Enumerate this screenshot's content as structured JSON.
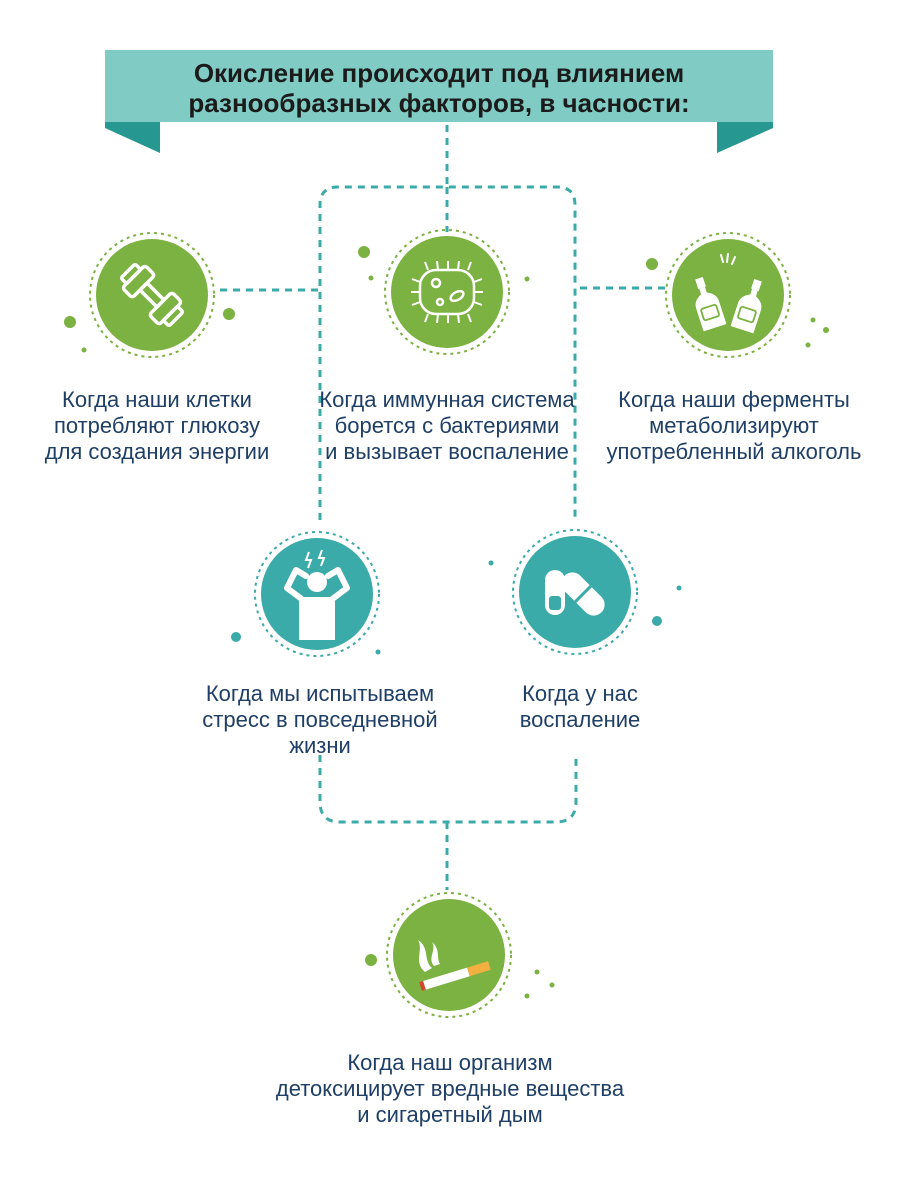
{
  "title": {
    "line1": "Окисление происходит  под влиянием",
    "line2": "разнообразных факторов, в часности:"
  },
  "colors": {
    "teal": "#3aaba8",
    "teal_light": "#80cbc4",
    "teal_dark": "#279792",
    "green": "#7bb241",
    "text": "#1f3f66"
  },
  "factors": [
    {
      "id": "glucose",
      "icon": "dumbbell-icon",
      "color": "green",
      "lines": [
        "Когда наши клетки",
        "потребляют глюкозу",
        "для создания энергии"
      ]
    },
    {
      "id": "immune",
      "icon": "bacteria-icon",
      "color": "green",
      "lines": [
        "Когда иммунная система",
        "борется с бактериями",
        "и вызывает воспаление"
      ]
    },
    {
      "id": "alcohol",
      "icon": "bottles-icon",
      "color": "green",
      "lines": [
        "Когда наши ферменты",
        "метаболизируют",
        "употребленный алкоголь"
      ]
    },
    {
      "id": "stress",
      "icon": "stressed-person-icon",
      "color": "teal",
      "lines": [
        "Когда мы испытываем",
        "стресс в повседневной",
        "жизни"
      ]
    },
    {
      "id": "inflammation",
      "icon": "pills-icon",
      "color": "teal",
      "lines": [
        "Когда у нас",
        "воспаление"
      ]
    },
    {
      "id": "smoke",
      "icon": "cigarette-icon",
      "color": "green",
      "lines": [
        "Когда наш организм",
        "детоксицирует вредные вещества",
        "и сигаретный дым"
      ]
    }
  ]
}
